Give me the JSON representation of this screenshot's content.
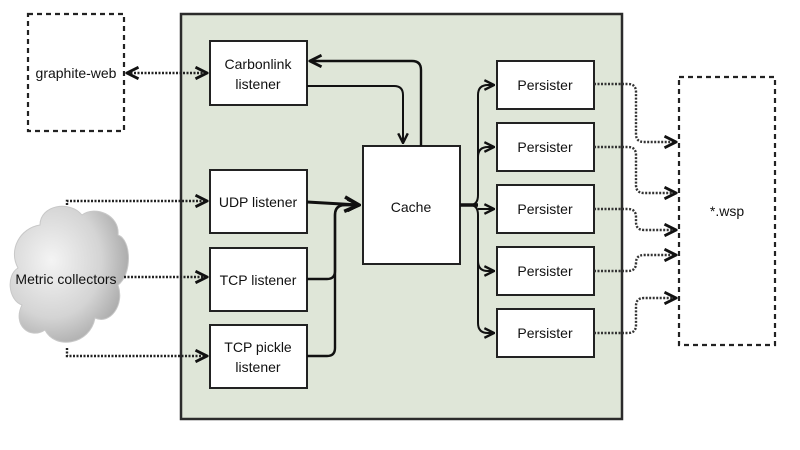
{
  "diagram": {
    "title": "Carbon daemon architecture",
    "external": {
      "graphite_web": "graphite-web",
      "metric_collectors": "Metric collectors",
      "wsp": "*.wsp"
    },
    "listeners": {
      "carbonlink": [
        "Carbonlink",
        "listener"
      ],
      "udp": [
        "UDP listener"
      ],
      "tcp": [
        "TCP listener"
      ],
      "tcp_pickle": [
        "TCP pickle",
        "listener"
      ]
    },
    "cache": "Cache",
    "persisters": [
      "Persister",
      "Persister",
      "Persister",
      "Persister",
      "Persister"
    ],
    "colors": {
      "container_fill": "#dfe6d8",
      "container_stroke": "#2b2b2b",
      "box_fill": "#ffffff",
      "line": "#111111",
      "cloud_light": "#f2f2f2",
      "cloud_dark": "#a9a9a9"
    },
    "edges": [
      {
        "from": "graphite-web",
        "to": "carbonlink-listener",
        "style": "dotted",
        "direction": "both"
      },
      {
        "from": "carbonlink-listener",
        "to": "cache",
        "style": "solid"
      },
      {
        "from": "cache",
        "to": "carbonlink-listener",
        "style": "solid"
      },
      {
        "from": "metric-collectors",
        "to": "udp-listener",
        "style": "dotted"
      },
      {
        "from": "metric-collectors",
        "to": "tcp-listener",
        "style": "dotted"
      },
      {
        "from": "metric-collectors",
        "to": "tcp-pickle-listener",
        "style": "dotted"
      },
      {
        "from": "udp-listener",
        "to": "cache",
        "style": "solid"
      },
      {
        "from": "tcp-listener",
        "to": "cache",
        "style": "solid"
      },
      {
        "from": "tcp-pickle-listener",
        "to": "cache",
        "style": "solid"
      },
      {
        "from": "cache",
        "to": "persister-1",
        "style": "solid"
      },
      {
        "from": "cache",
        "to": "persister-2",
        "style": "solid"
      },
      {
        "from": "cache",
        "to": "persister-3",
        "style": "solid"
      },
      {
        "from": "cache",
        "to": "persister-4",
        "style": "solid"
      },
      {
        "from": "cache",
        "to": "persister-5",
        "style": "solid"
      },
      {
        "from": "persister-1",
        "to": "wsp-files",
        "style": "dotted"
      },
      {
        "from": "persister-2",
        "to": "wsp-files",
        "style": "dotted"
      },
      {
        "from": "persister-3",
        "to": "wsp-files",
        "style": "dotted"
      },
      {
        "from": "persister-4",
        "to": "wsp-files",
        "style": "dotted"
      },
      {
        "from": "persister-5",
        "to": "wsp-files",
        "style": "dotted"
      }
    ]
  }
}
